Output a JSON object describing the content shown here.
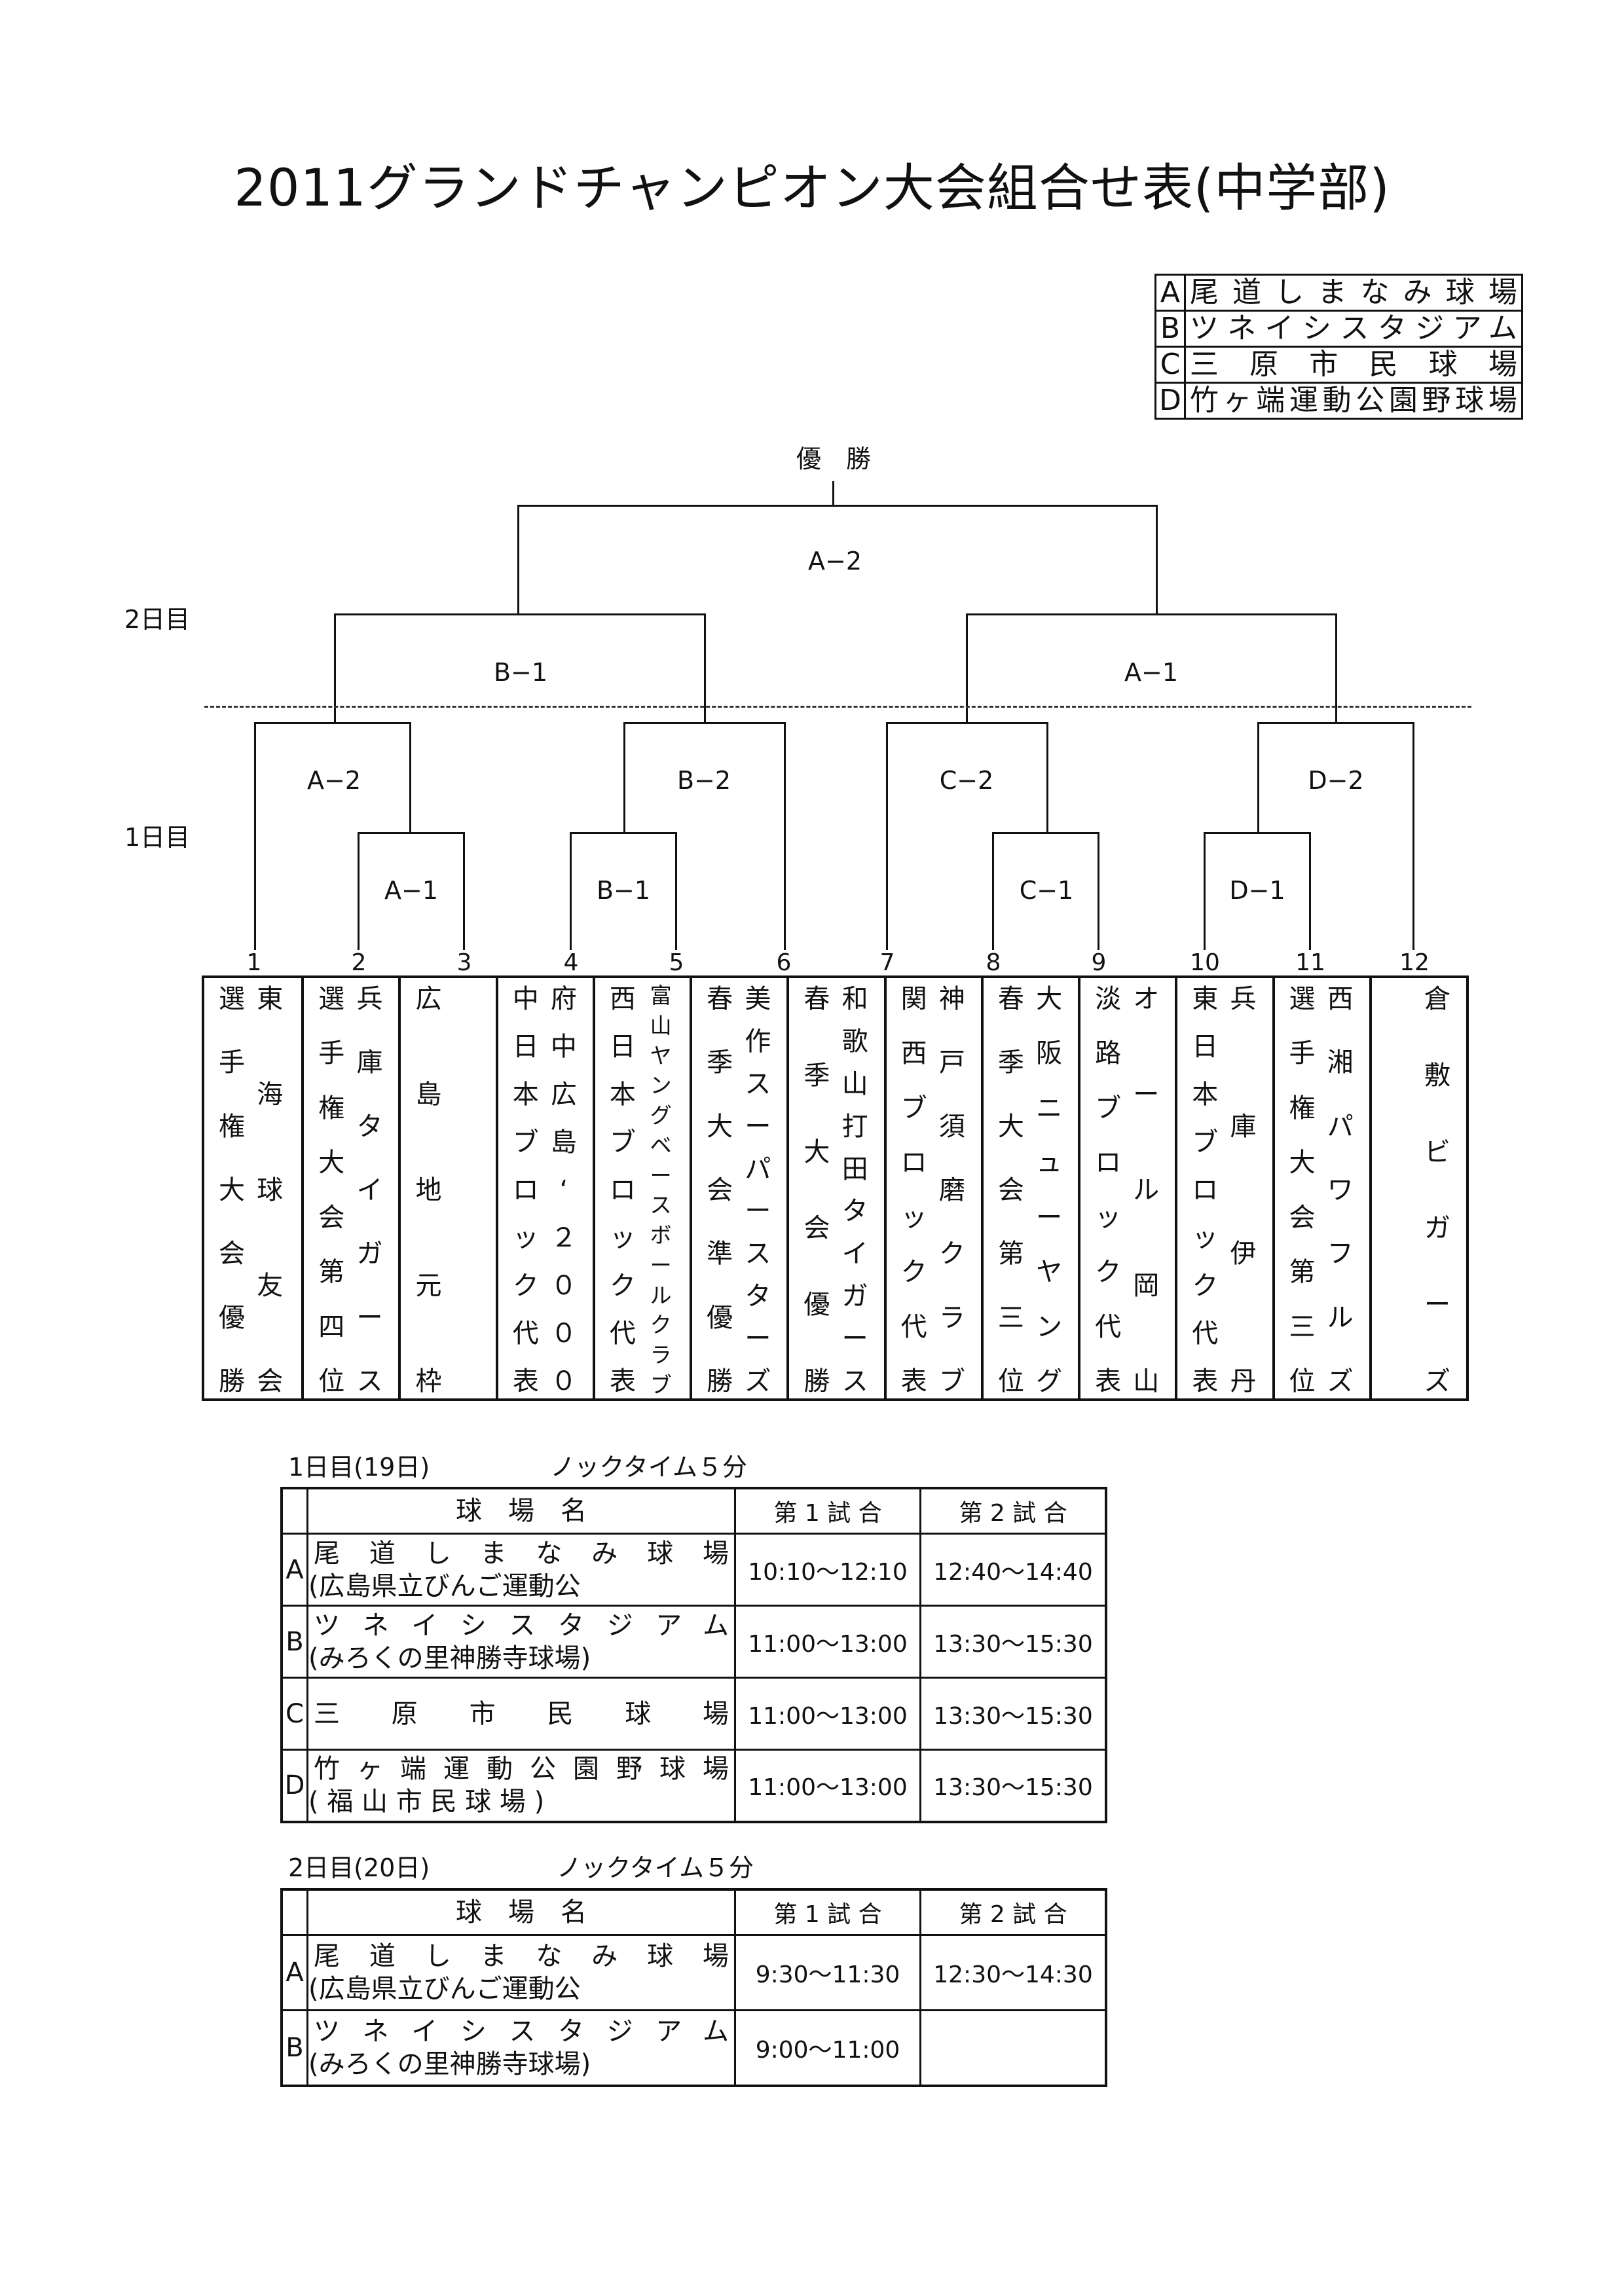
{
  "title": "2011グランドチャンピオン大会組合せ表(中学部)",
  "venues": [
    {
      "code": "A",
      "name": "尾道しまなみ球場"
    },
    {
      "code": "B",
      "name": "ツネイシスタジアム"
    },
    {
      "code": "C",
      "name": "三原市民球場"
    },
    {
      "code": "D",
      "name": "竹ヶ端運動公園野球場"
    }
  ],
  "bracket": {
    "champion": "優　勝",
    "day2": "2日目",
    "day1": "1日目",
    "final": "A−2",
    "semi_left": "B−1",
    "semi_right": "A−1",
    "q1": "A−2",
    "q2": "B−2",
    "q3": "C−2",
    "q4": "D−2",
    "r1a": "A−1",
    "r1b": "B−1",
    "r1c": "C−1",
    "r1d": "D−1",
    "seeds": [
      "1",
      "2",
      "3",
      "4",
      "5",
      "6",
      "7",
      "8",
      "9",
      "10",
      "11",
      "12"
    ]
  },
  "entries": [
    {
      "lines": [
        "東海球友会",
        "選手権大会優勝"
      ]
    },
    {
      "lines": [
        "兵庫タイガース",
        "選手権大会第四位"
      ]
    },
    {
      "lines": [
        "",
        "広島地元枠"
      ]
    },
    {
      "lines": [
        "府中広島‘２０００",
        "中日本ブロック代表"
      ]
    },
    {
      "lines": [
        "富山ヤングベースボールクラブ",
        "西日本ブロック代表"
      ]
    },
    {
      "lines": [
        "美作スーパースターズ",
        "春季大会準優勝"
      ]
    },
    {
      "lines": [
        "和歌山打田タイガース",
        "春季大会優勝"
      ]
    },
    {
      "lines": [
        "神戸須磨クラブ",
        "関西ブロック代表"
      ]
    },
    {
      "lines": [
        "大阪ニューヤング",
        "春季大会第三位"
      ]
    },
    {
      "lines": [
        "オール岡山",
        "淡路ブロック代表"
      ]
    },
    {
      "lines": [
        "兵庫伊丹",
        "東日本ブロック代表"
      ]
    },
    {
      "lines": [
        "西湘パワフルズ",
        "選手権大会第三位"
      ]
    },
    {
      "lines": [
        "倉敷ビガーズ",
        ""
      ]
    }
  ],
  "day1": {
    "heading": "1日目(19日)",
    "knock": "ノックタイム５分",
    "headers": {
      "venue": "球　場　名",
      "game1": "第 1 試 合",
      "game2": "第 2 試 合"
    },
    "rows": [
      {
        "code": "A",
        "venue1": "尾道しまなみ球場",
        "venue2": "(広島県立びんご運動公",
        "t1": "10:10～12:10",
        "t2": "12:40～14:40"
      },
      {
        "code": "B",
        "venue1": "ツネイシスタジアム",
        "venue2": "(みろくの里神勝寺球場)",
        "t1": "11:00～13:00",
        "t2": "13:30～15:30"
      },
      {
        "code": "C",
        "venue1": "三　原　市　民　球　場",
        "venue2": "",
        "t1": "11:00～13:00",
        "t2": "13:30～15:30"
      },
      {
        "code": "D",
        "venue1": "竹ヶ端運動公園野球場",
        "venue2": "( 福 山 市 民 球 場 )",
        "t1": "11:00～13:00",
        "t2": "13:30～15:30"
      }
    ]
  },
  "day2": {
    "heading": "2日目(20日)",
    "knock": "ノックタイム５分",
    "headers": {
      "venue": "球　場　名",
      "game1": "第 1 試 合",
      "game2": "第 2 試 合"
    },
    "rows": [
      {
        "code": "A",
        "venue1": "尾道しまなみ球場",
        "venue2": "(広島県立びんご運動公",
        "t1": "9:30～11:30",
        "t2": "12:30～14:30"
      },
      {
        "code": "B",
        "venue1": "ツネイシスタジアム",
        "venue2": "(みろくの里神勝寺球場)",
        "t1": "9:00～11:00",
        "t2": ""
      }
    ]
  }
}
